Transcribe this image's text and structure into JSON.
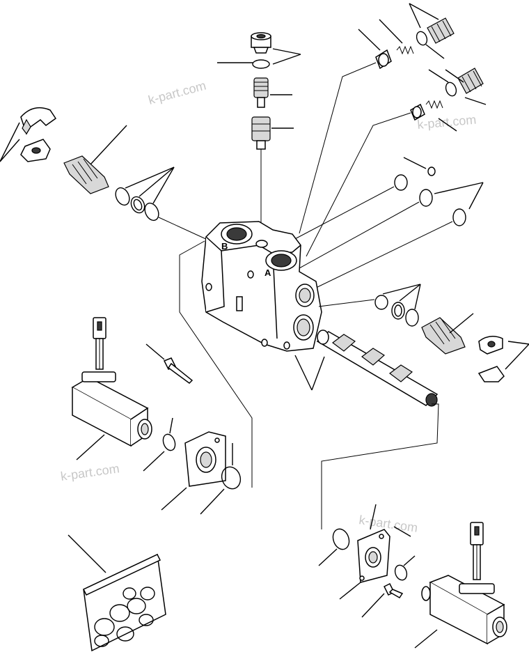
{
  "drawing": {
    "watermarks": [
      "k-part.com",
      "k-part.com",
      "k-part.com",
      "k-part.com"
    ],
    "port_labels": {
      "b": "B",
      "a": "A"
    }
  }
}
